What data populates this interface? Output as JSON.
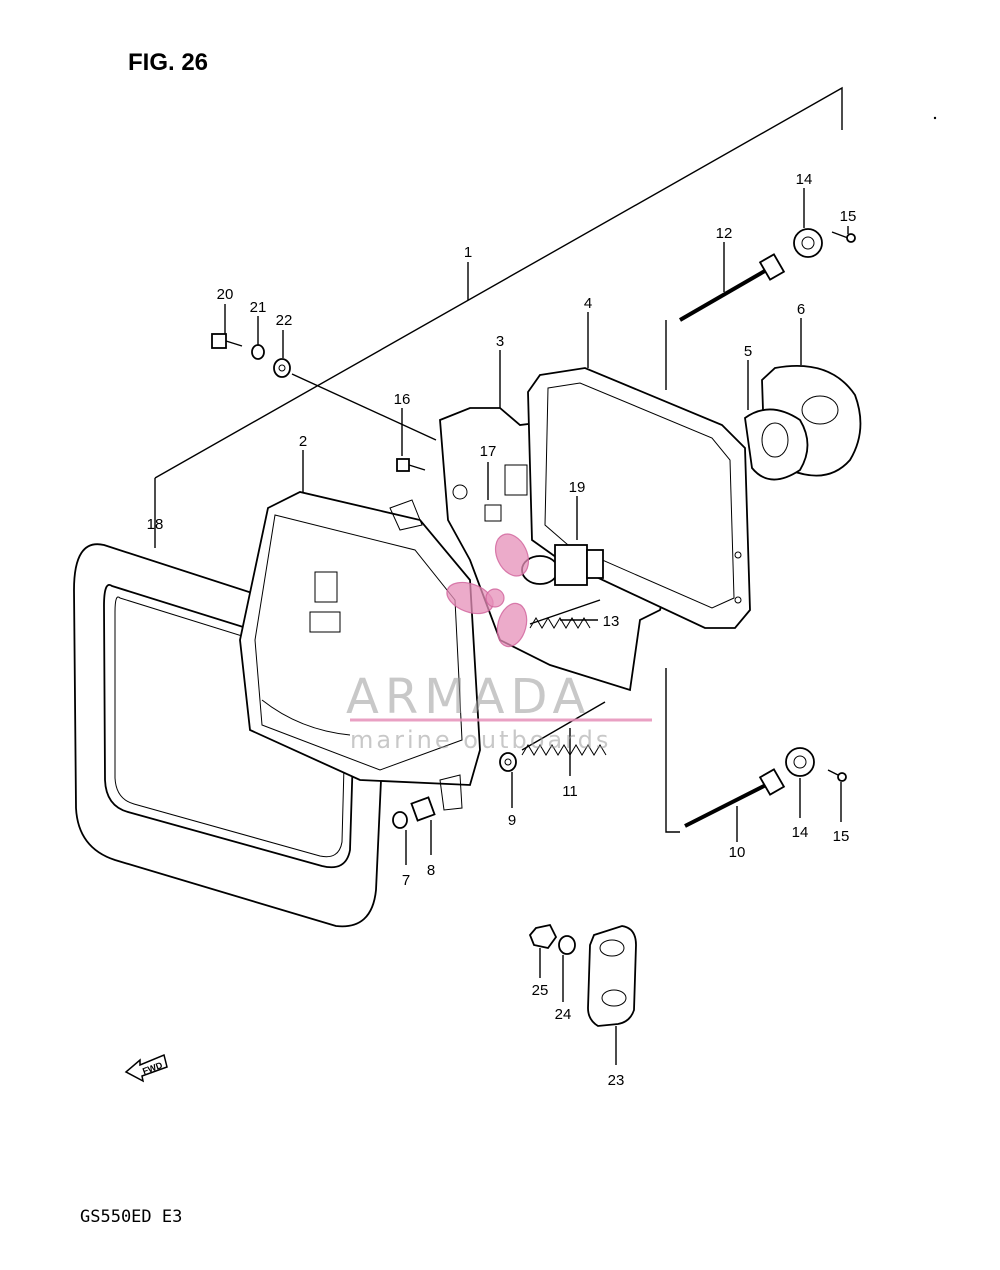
{
  "figure": {
    "title": "FIG. 26",
    "model_code": "GS550ED E3"
  },
  "watermark": {
    "brand": "ARMADA",
    "tagline": "marine outboards"
  },
  "direction_arrow": {
    "label": "FWD",
    "icon": "forward-arrow-icon"
  },
  "callouts": [
    {
      "id": "1",
      "label": "1"
    },
    {
      "id": "2",
      "label": "2"
    },
    {
      "id": "3",
      "label": "3"
    },
    {
      "id": "4",
      "label": "4"
    },
    {
      "id": "5",
      "label": "5"
    },
    {
      "id": "6",
      "label": "6"
    },
    {
      "id": "7",
      "label": "7"
    },
    {
      "id": "8",
      "label": "8"
    },
    {
      "id": "9",
      "label": "9"
    },
    {
      "id": "10",
      "label": "10"
    },
    {
      "id": "11",
      "label": "11"
    },
    {
      "id": "12",
      "label": "12"
    },
    {
      "id": "13",
      "label": "13"
    },
    {
      "id": "14a",
      "label": "14"
    },
    {
      "id": "14b",
      "label": "14"
    },
    {
      "id": "15a",
      "label": "15"
    },
    {
      "id": "15b",
      "label": "15"
    },
    {
      "id": "16",
      "label": "16"
    },
    {
      "id": "17",
      "label": "17"
    },
    {
      "id": "18",
      "label": "18"
    },
    {
      "id": "19",
      "label": "19"
    },
    {
      "id": "20",
      "label": "20"
    },
    {
      "id": "21",
      "label": "21"
    },
    {
      "id": "22",
      "label": "22"
    },
    {
      "id": "23",
      "label": "23"
    },
    {
      "id": "24",
      "label": "24"
    },
    {
      "id": "25",
      "label": "25"
    }
  ],
  "colors": {
    "line": "#000000",
    "watermark_pink": "#e58fb8",
    "watermark_gray": "#9a9a9a"
  }
}
